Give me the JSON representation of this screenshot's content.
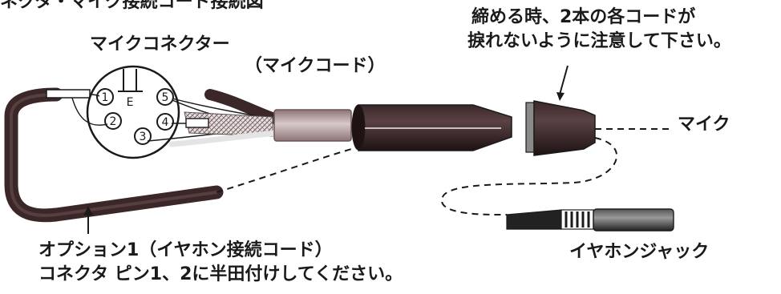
{
  "heading": "ネクタ・マイク接続コード接続図",
  "labels": {
    "connector": "マイクコネクター",
    "mic_cord": "（マイクコード）",
    "caution": [
      "締める時、2本の各コードが",
      "捩れないように注意して下さい。"
    ],
    "mic": "マイク",
    "earphone_jack": "イヤホンジャック",
    "option": [
      "オプション1（イヤホン接続コード）",
      "コネクタ  ピン1、2に半田付けしてください。"
    ]
  },
  "connector": {
    "pins": [
      "1",
      "2",
      "3",
      "4",
      "5"
    ],
    "ground": "E"
  },
  "colors": {
    "ink": "#1a1a1a",
    "cable": "#3b2628",
    "sheath": "#b59ea0",
    "plug_body": "#2a1a1c"
  }
}
